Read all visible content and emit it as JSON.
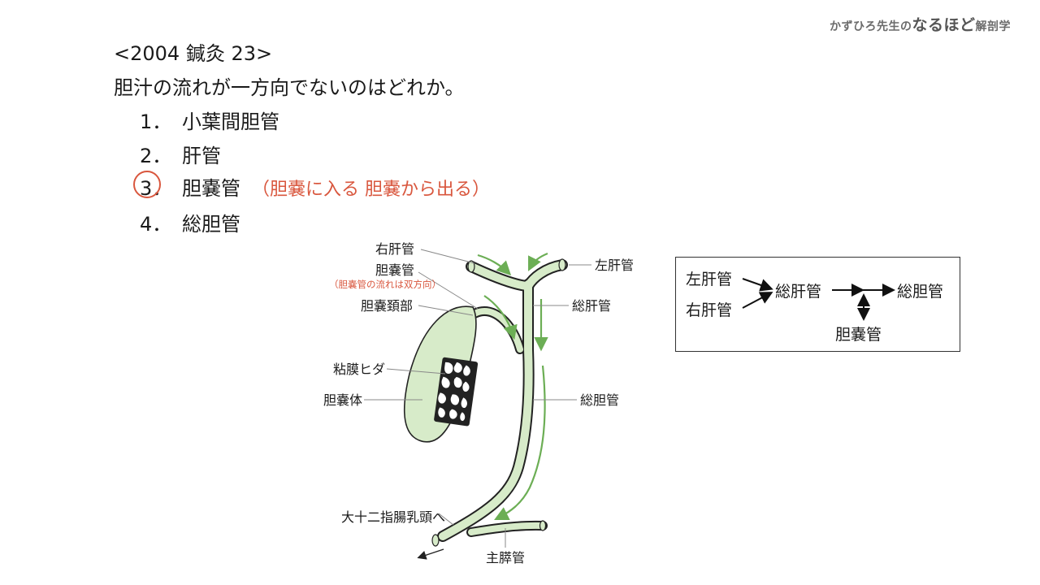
{
  "brand": {
    "prefix": "かずひろ先生の",
    "main": "なるほど",
    "suffix": "解剖学"
  },
  "question": {
    "header": "<2004 鍼灸 23>",
    "text": "胆汁の流れが一方向でないのはどれか。",
    "choices": [
      {
        "num": "1．",
        "label": "小葉間胆管"
      },
      {
        "num": "2．",
        "label": "肝管"
      },
      {
        "num": "3．",
        "label": "胆嚢管",
        "annotation": "（胆嚢に入る 胆嚢から出る）",
        "correct": true
      },
      {
        "num": "4．",
        "label": "総胆管"
      }
    ]
  },
  "figure": {
    "labels": {
      "right_hepatic": "右肝管",
      "cystic_duct": "胆嚢管",
      "cystic_note": "（胆嚢管の流れは双方向）",
      "neck": "胆嚢頚部",
      "mucosa": "粘膜ヒダ",
      "body": "胆嚢体",
      "duodenum": "大十二指腸乳頭へ",
      "left_hepatic": "左肝管",
      "common_hepatic": "総肝管",
      "common_bile": "総胆管",
      "pancreatic": "主膵管"
    }
  },
  "flow": {
    "left_hepatic": "左肝管",
    "right_hepatic": "右肝管",
    "common_hepatic": "総肝管",
    "common_bile": "総胆管",
    "cystic": "胆嚢管"
  },
  "colors": {
    "accent": "#d9573e",
    "duct_fill": "#d7ebc9",
    "arrow_green": "#6cae55"
  }
}
